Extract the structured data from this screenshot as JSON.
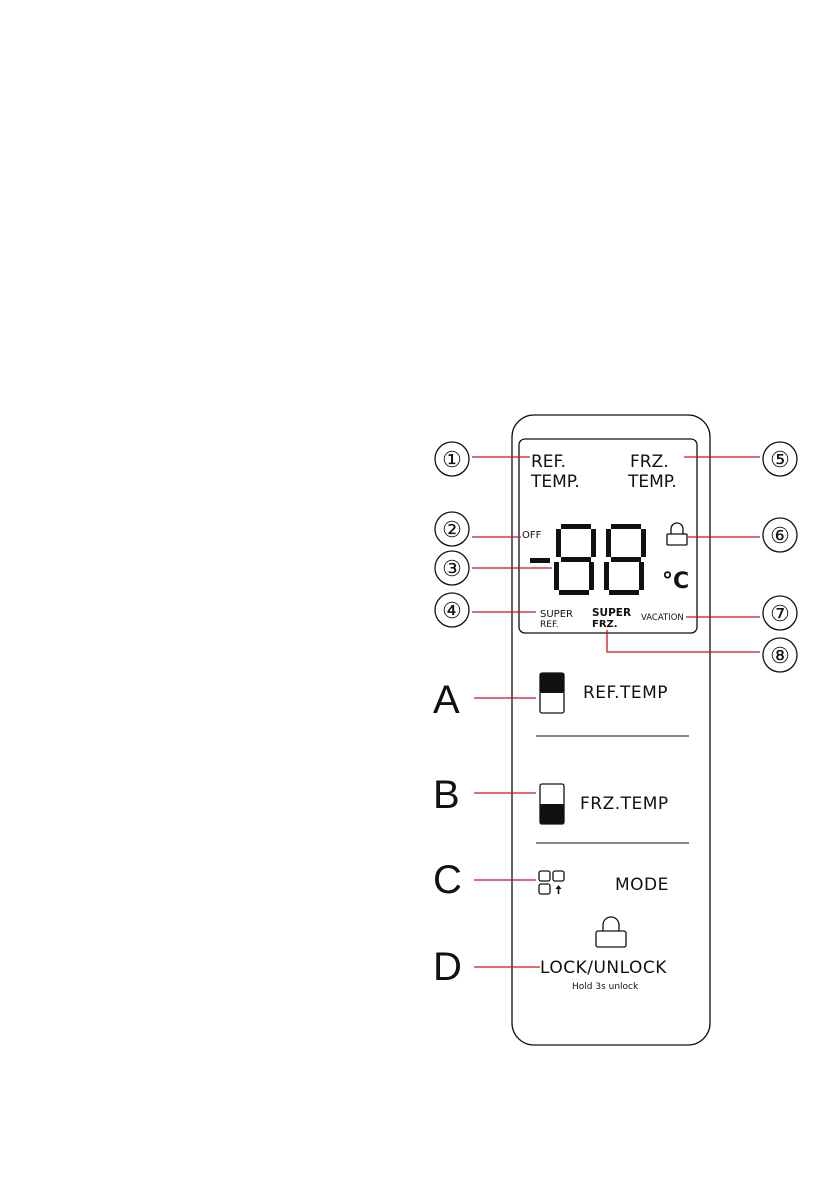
{
  "display": {
    "ref_temp_line1": "REF.",
    "ref_temp_line2": "TEMP.",
    "frz_temp_line1": "FRZ.",
    "frz_temp_line2": "TEMP.",
    "off_label": "OFF",
    "celsius_unit": "°C",
    "super_ref_line1": "SUPER",
    "super_ref_line2": "REF.",
    "super_frz_line1": "SUPER",
    "super_frz_line2": "FRZ.",
    "vacation_label": "VACATION",
    "digit_readout": "-88"
  },
  "callouts": [
    "①",
    "②",
    "③",
    "④",
    "⑤",
    "⑥",
    "⑦",
    "⑧"
  ],
  "buttons": [
    {
      "letter": "A",
      "label": "REF.TEMP",
      "icon": "half-filled-top-rectangle-icon"
    },
    {
      "letter": "B",
      "label": "FRZ.TEMP",
      "icon": "half-filled-bottom-rectangle-icon"
    },
    {
      "letter": "C",
      "label": "MODE",
      "icon": "mode-squares-icon"
    },
    {
      "letter": "D",
      "label": "LOCK/UNLOCK",
      "sublabel": "Hold 3s unlock",
      "icon": "padlock-icon"
    }
  ],
  "colors": {
    "leader_line": "#d01020",
    "ink": "#111111"
  }
}
